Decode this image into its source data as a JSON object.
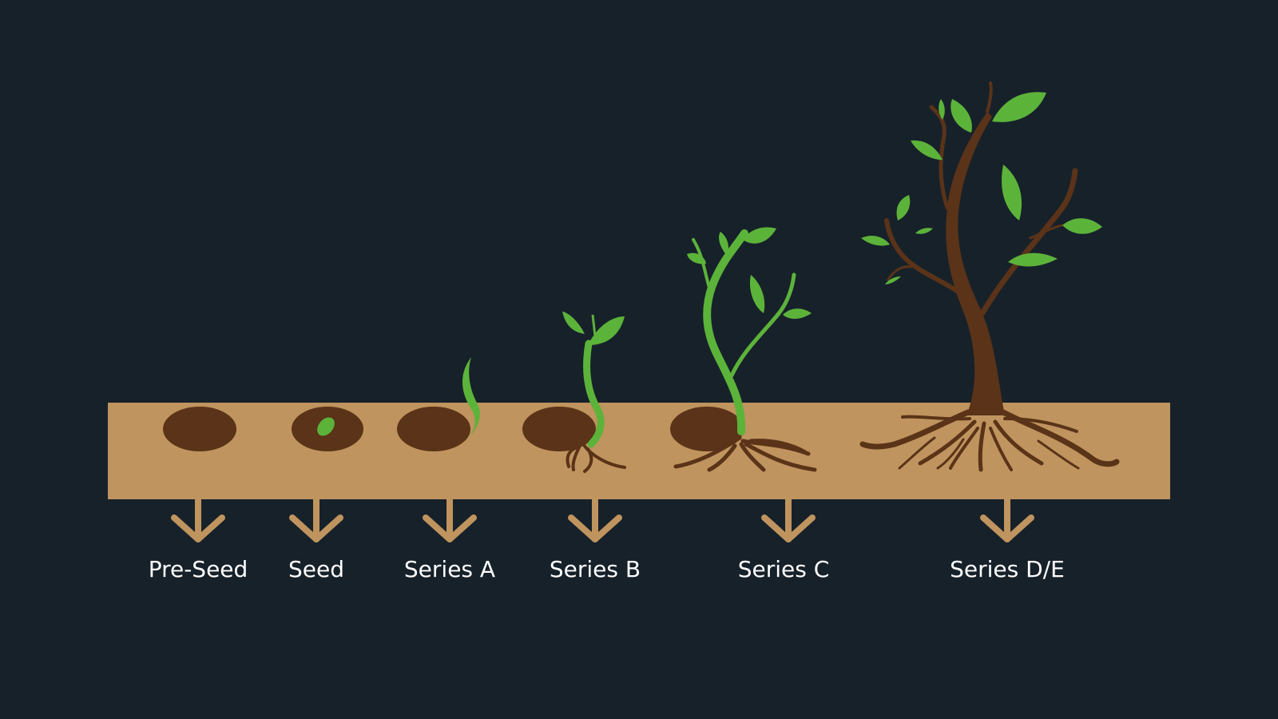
{
  "colors": {
    "background": "#17212a",
    "soil": "#bf945e",
    "hole": "#5a3318",
    "sprout": "#5cb33a",
    "trunk": "#5a3318",
    "arrow": "#bf945e",
    "label": "#ffffff"
  },
  "stages": [
    {
      "label": "Pre-Seed"
    },
    {
      "label": "Seed"
    },
    {
      "label": "Series A"
    },
    {
      "label": "Series B"
    },
    {
      "label": "Series C"
    },
    {
      "label": "Series D/E"
    }
  ]
}
